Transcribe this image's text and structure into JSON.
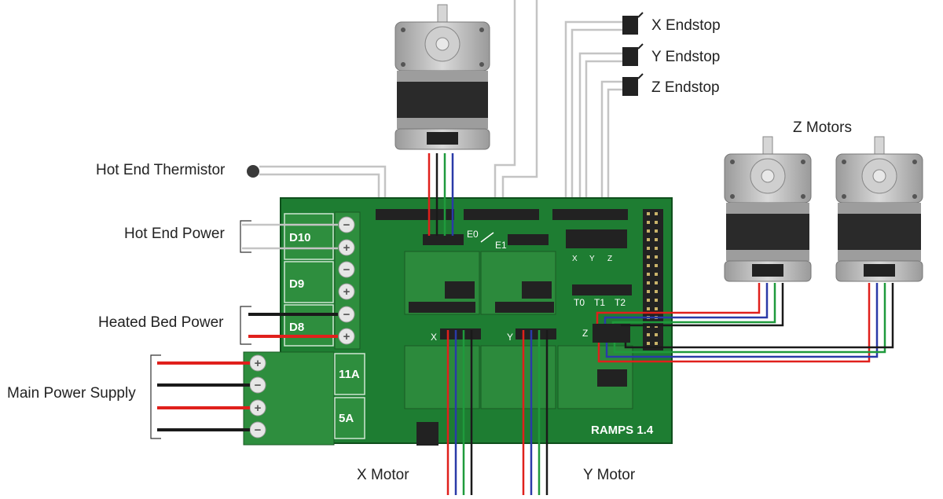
{
  "labels": {
    "hot_end_thermistor": "Hot End Thermistor",
    "hot_end_power": "Hot End Power",
    "heated_bed_power": "Heated Bed Power",
    "main_power_supply": "Main Power Supply",
    "x_endstop": "X Endstop",
    "y_endstop": "Y Endstop",
    "z_endstop": "Z Endstop",
    "z_motors": "Z Motors",
    "x_motor": "X Motor",
    "y_motor": "Y Motor"
  },
  "board": {
    "name": "RAMPS 1.4",
    "mosfets": [
      "D10",
      "D9",
      "D8"
    ],
    "fuses": [
      "11A",
      "5A"
    ],
    "extruder_headers": [
      "E0",
      "E1"
    ],
    "thermistor_headers": [
      "T0",
      "T1",
      "T2"
    ],
    "endstop_axes": [
      "X",
      "Y",
      "Z"
    ],
    "motor_headers": [
      "X",
      "Y",
      "Z"
    ],
    "terminal_signs": [
      "−",
      "+",
      "−",
      "+",
      "−",
      "+"
    ],
    "power_signs": [
      "+",
      "−",
      "+",
      "−"
    ]
  },
  "colors": {
    "board": "#1e7d32",
    "wire_red": "#e0201c",
    "wire_black": "#1a1a1a",
    "wire_blue": "#2a3aa8",
    "wire_green": "#1f9a3c",
    "wire_gray": "#b8b8b8"
  }
}
